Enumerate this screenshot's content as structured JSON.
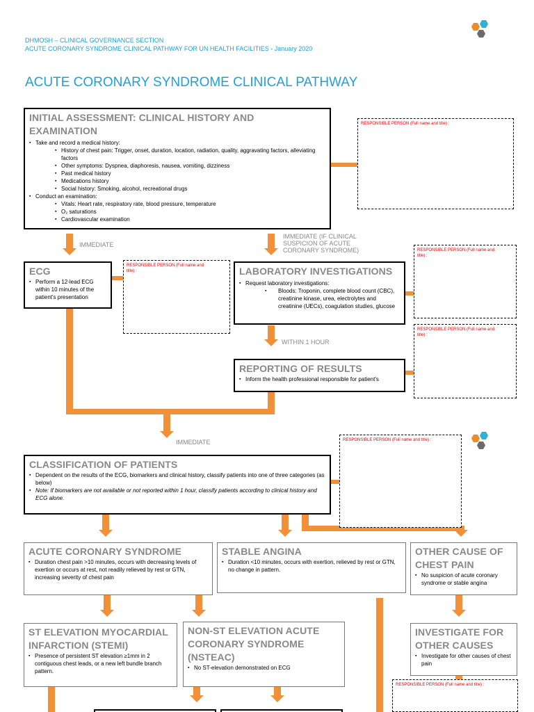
{
  "header": {
    "line1": "DHMOSH – CLINICAL GOVERNANCE SECTION",
    "line2": "ACUTE CORONARY SYNDROME CLINICAL PATHWAY FOR UN HEALTH FACILITIES - January 2020"
  },
  "title": "ACUTE CORONARY SYNDROME CLINICAL PATHWAY",
  "responsible_full": "RESPONSIBLE PERSON (Full name and title) :",
  "responsible_split": [
    "RESPONSIBLE PERSON (Full name and",
    "title) :"
  ],
  "initial": {
    "heading1": "INITIAL ASSESSMENT: CLINICAL HISTORY AND",
    "heading2": "EXAMINATION",
    "items": [
      "Take and record a medical history:",
      "History of chest pain: Trigger, onset, duration, location, radiation, quality, aggravating factors, alleviating factors",
      "Other symptoms: Dyspnea, diaphoresis, nausea, vomiting, dizziness",
      "Past medical history",
      "Medications history",
      "Social history: Smoking, alcohol, recreational drugs",
      "Conduct an examination:",
      "Vitals: Heart rate, respiratory rate, blood pressure, temperature",
      "O₂ saturations",
      "Cardiovascular examination"
    ]
  },
  "labels": {
    "immediate": "IMMEDIATE",
    "immediate_if": [
      "IMMEDIATE (IF CLINICAL",
      "SUSPICION OF ACUTE",
      "CORONARY SYNDROME)"
    ],
    "within": "WITHIN 1 HOUR"
  },
  "ecg": {
    "heading": "ECG",
    "items": [
      "Perform a 12-lead ECG within 10 minutes of the patient's presentation"
    ]
  },
  "lab": {
    "heading": "LABORATORY INVESTIGATIONS",
    "items": [
      "Request laboratory investigations:",
      "Bloods: Troponin, complete blood count (CBC), creatinine kinase, urea, electrolytes and creatinine (UECs), coagulation studies, glucose"
    ]
  },
  "reporting": {
    "heading": "REPORTING OF RESULTS",
    "items": [
      "Inform the health professional responsible for patient's"
    ]
  },
  "classification": {
    "heading": "CLASSIFICATION OF PATIENTS",
    "item1": "Dependent on the results of the ECG, biomarkers and clinical history, classify patients into one of three categories (as below)",
    "item2": "Note: If biomarkers are not available or not reported within 1 hour, classify patients according to clinical history and ECG alone."
  },
  "acs": {
    "heading": "ACUTE CORONARY SYNDROME",
    "items": [
      "Duration chest pain >10 minutes, occurs with decreasing levels of exertion or occurs at rest, not readily relieved by rest or GTN, increasing severity of chest pain"
    ]
  },
  "stable": {
    "heading": "STABLE ANGINA",
    "items": [
      "Duration <10 minutes, occurs with exertion, relieved by rest or GTN, no change in pattern."
    ]
  },
  "other": {
    "heading1": "OTHER CAUSE OF",
    "heading2": "CHEST PAIN",
    "items": [
      "No suspicion of acute coronary syndrome or stable angina"
    ]
  },
  "stemi": {
    "heading1": "ST ELEVATION MYOCARDIAL",
    "heading2": "INFARCTION (STEMI)",
    "items": [
      "Presence of persistent ST elevation ≥1mm in 2 contiguous chest leads, or a new left bundle branch pattern."
    ]
  },
  "nsteac": {
    "heading1": "NON-ST ELEVATION ACUTE",
    "heading2": "CORONARY SYNDROME",
    "heading3": "(NSTEAC)",
    "items": [
      "No ST-elevation demonstrated on ECG"
    ]
  },
  "investigate": {
    "heading1": "INVESTIGATE FOR",
    "heading2": "OTHER CAUSES",
    "items": [
      "Investigate for other causes of chest pain"
    ]
  },
  "colors": {
    "accent": "#f0913a",
    "title": "#1ea0dc",
    "red": "#e00000",
    "logo_orange": "#f08a2a",
    "logo_blue": "#2bb3d6",
    "logo_grey": "#6b6b6b"
  },
  "icons": [
    "logo-hexagons-icon"
  ]
}
